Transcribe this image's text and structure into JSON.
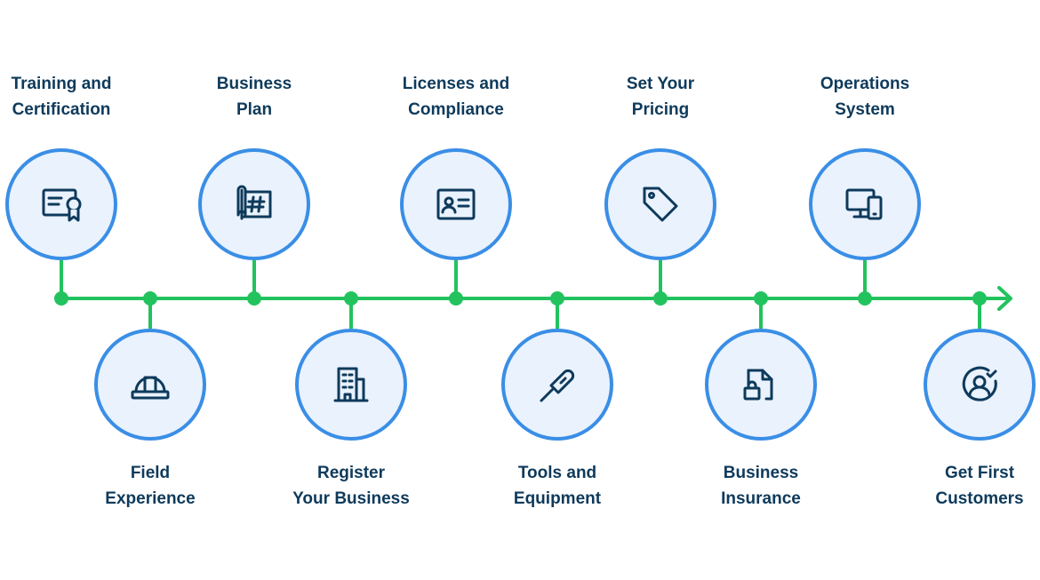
{
  "colors": {
    "timeline": "#22c35e",
    "circle_border": "#3a8ee6",
    "circle_fill": "#e9f2fd",
    "icon": "#0e3a5b",
    "label": "#0e3a5b"
  },
  "steps": [
    {
      "id": "training",
      "line1": "Training and",
      "line2": "Certification",
      "icon": "certificate-icon",
      "side": "top"
    },
    {
      "id": "field",
      "line1": "Field",
      "line2": "Experience",
      "icon": "hard-hat-icon",
      "side": "bottom"
    },
    {
      "id": "plan",
      "line1": "Business",
      "line2": "Plan",
      "icon": "blueprint-icon",
      "side": "top"
    },
    {
      "id": "register",
      "line1": "Register",
      "line2": "Your Business",
      "icon": "building-icon",
      "side": "bottom"
    },
    {
      "id": "licenses",
      "line1": "Licenses and",
      "line2": "Compliance",
      "icon": "id-card-icon",
      "side": "top"
    },
    {
      "id": "tools",
      "line1": "Tools and",
      "line2": "Equipment",
      "icon": "screwdriver-icon",
      "side": "bottom"
    },
    {
      "id": "pricing",
      "line1": "Set Your",
      "line2": "Pricing",
      "icon": "price-tag-icon",
      "side": "top"
    },
    {
      "id": "insurance",
      "line1": "Business",
      "line2": "Insurance",
      "icon": "locked-document-icon",
      "side": "bottom"
    },
    {
      "id": "operations",
      "line1": "Operations",
      "line2": "System",
      "icon": "devices-icon",
      "side": "top"
    },
    {
      "id": "customers",
      "line1": "Get First",
      "line2": "Customers",
      "icon": "customer-check-icon",
      "side": "bottom"
    }
  ]
}
